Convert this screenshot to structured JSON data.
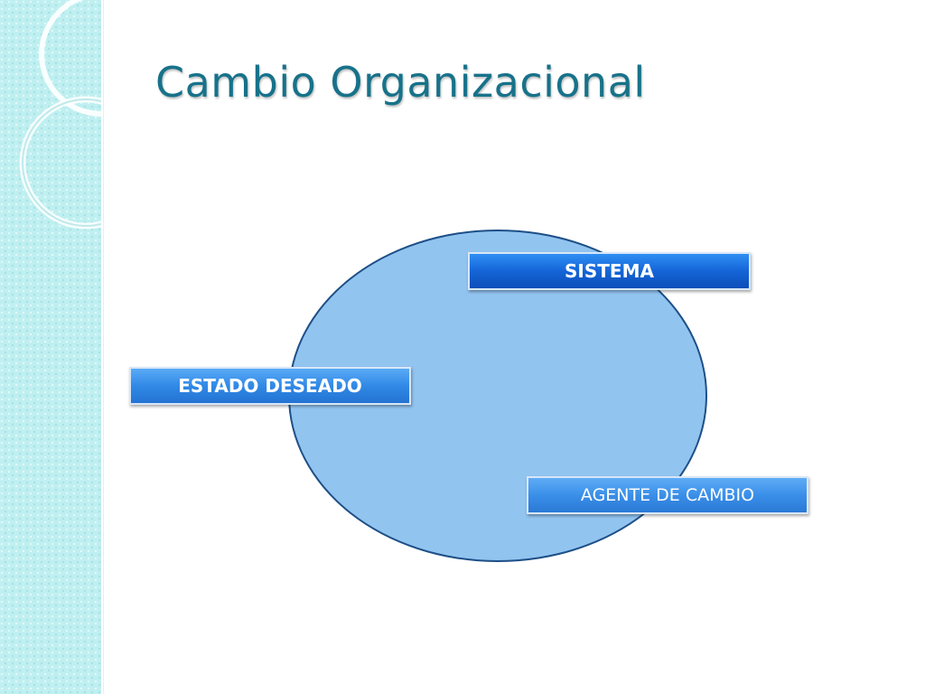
{
  "slide": {
    "title": "Cambio Organizacional"
  },
  "diagram": {
    "labels": {
      "system": "SISTEMA",
      "desired_state": "ESTADO DESEADO",
      "change_agent": "AGENTE DE CAMBIO"
    }
  },
  "colors": {
    "title": "#17728a",
    "sidebar": "#bfeff0",
    "ellipse_fill": "#92c4f0",
    "ellipse_border": "#1d4f87",
    "system_label": "#1565d8",
    "desired_state_label": "#3189e6",
    "change_agent_label": "#3a8fe8"
  }
}
